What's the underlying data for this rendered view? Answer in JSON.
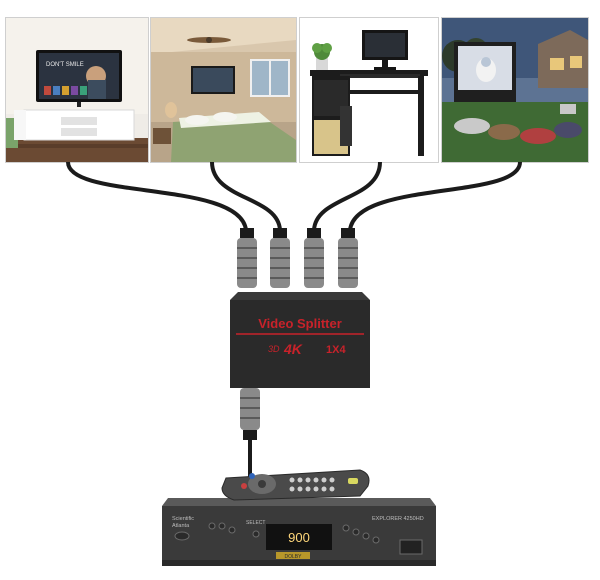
{
  "splitter": {
    "title": "Video Splitter",
    "badge_3d": "3D",
    "badge_4k": "4K",
    "badge_ports": "1X4"
  },
  "set_top_box": {
    "brand_line_1": "Scientific",
    "brand_line_2": "Atlanta",
    "model": "EXPLORER 4250HD",
    "display_value": "900",
    "dolby": "DOLBY",
    "select": "SELECT"
  },
  "tv_screen": {
    "title": "DON'T SMILE"
  },
  "colors": {
    "splitter_body": "#2a2a2a",
    "splitter_text": "#c8222a",
    "cable": "#1b1b1b",
    "connector": "#8a8a8a",
    "box_body": "#3a3a3a",
    "display_led": "#ffd77a"
  }
}
